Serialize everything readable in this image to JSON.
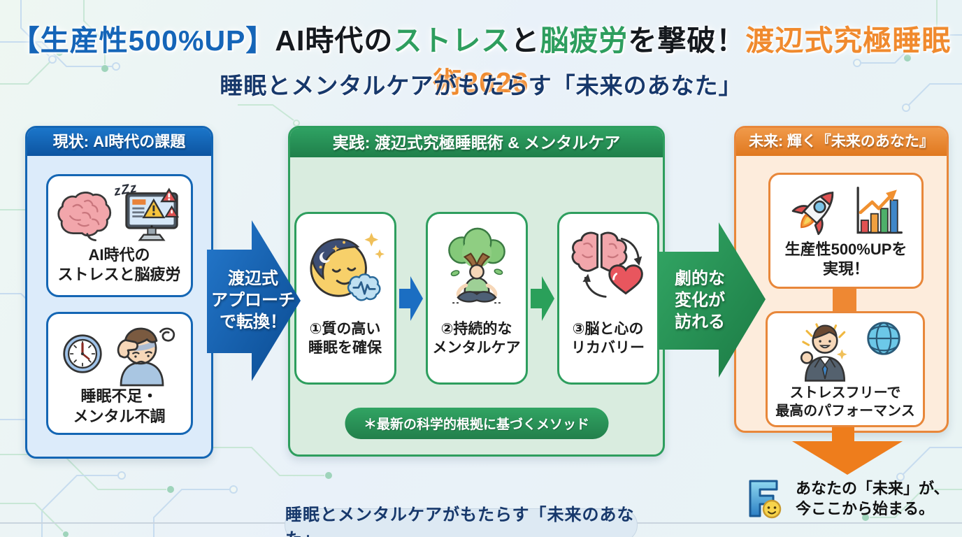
{
  "title": {
    "part1": "【生産性500%UP】",
    "part2": "AI時代の",
    "part3": "ストレス",
    "part4": "と",
    "part5": "脳疲労",
    "part6": "を撃破！",
    "part7": "渡辺式究極睡眠術2026"
  },
  "subtitle": "睡眠とメンタルケアがもたらす「未来のあなた」",
  "current_panel": {
    "header": "現状: AI時代の課題",
    "zzz": "zZz",
    "card1_label": "AI時代の\nストレスと脳疲労",
    "card2_label": "睡眠不足・\nメンタル不調"
  },
  "transform_arrow_label": "渡辺式\nアプローチ\nで転換！",
  "practice_panel": {
    "header": "実践: 渡辺式究極睡眠術 & メンタルケア",
    "step1_label": "①質の高い\n睡眠を確保",
    "step2_label": "②持続的な\nメンタルケア",
    "step3_label": "③脳と心の\nリカバリー",
    "footnote": "＊最新の科学的根拠に基づくメソッド"
  },
  "change_arrow_label": "劇的な\n変化が\n訪れる",
  "future_panel": {
    "header": "未来: 輝く『未来のあなた』",
    "card1_label": "生産性500%UPを\n実現！",
    "card2_label": "ストレスフリーで\n最高のパフォーマンス"
  },
  "closing_message": "あなたの「未来」が、\n今ここから始まる。",
  "footer_banner": "睡眠とメンタルケアがもたらす「未来のあなた」",
  "icons": {
    "list": "sleepy-brain-icon, alert-monitor-icon, clock-icon, stressed-person-icon, sleeping-moon-brain-icon, meditation-tree-icon, brain-heart-cycle-icon, rocket-icon, growth-chart-icon, businessman-icon, globe-icon, f-smiley-logo"
  },
  "colors": {
    "accent_blue": "#1466b4",
    "accent_green": "#2e9e5e",
    "accent_orange": "#e8873a",
    "title_orange": "#f08a2e",
    "navy_text": "#17386b",
    "down_arrow_orange": "#ee7d1c"
  }
}
